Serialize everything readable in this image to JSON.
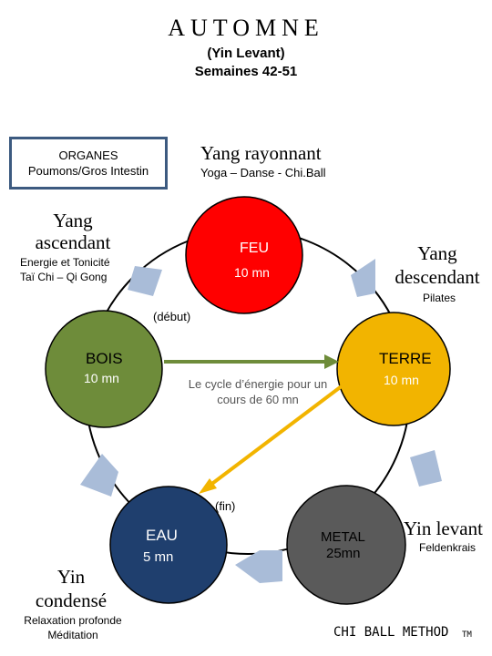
{
  "header": {
    "title": "AUTOMNE",
    "subtitle": "(Yin Levant)",
    "weeks": "Semaines 42-51"
  },
  "organs_box": {
    "label": "ORGANES",
    "value": "Poumons/Gros Intestin"
  },
  "phases": {
    "yang_rayonnant": {
      "title": "Yang rayonnant",
      "activities": "Yoga – Danse - Chi.Ball"
    },
    "yang_ascendant": {
      "title_line1": "Yang",
      "title_line2": "ascendant",
      "activities_line1": "Energie et Tonicité",
      "activities_line2": "Taï Chi – Qi Gong"
    },
    "yang_descendant": {
      "title_line1": "Yang",
      "title_line2": "descendant",
      "activities": "Pilates"
    },
    "yin_levant": {
      "title": "Yin levant",
      "activities": "Feldenkrais"
    },
    "yin_condense": {
      "title_line1": "Yin",
      "title_line2": "condensé",
      "activities_line1": "Relaxation profonde",
      "activities_line2": "Méditation"
    }
  },
  "elements": {
    "feu": {
      "name": "FEU",
      "duration": "10 mn",
      "color": "#ff0000"
    },
    "terre": {
      "name": "TERRE",
      "duration": "10 mn",
      "color": "#f2b400"
    },
    "metal": {
      "name": "METAL",
      "duration": "25mn",
      "color": "#5a5a5a"
    },
    "eau": {
      "name": "EAU",
      "duration": "5 mn",
      "color": "#1f3f6e"
    },
    "bois": {
      "name": "BOIS",
      "duration": "10 mn",
      "color": "#6e8c3a"
    }
  },
  "cycle": {
    "start_label": "(début)",
    "end_label": "(fin)",
    "caption_line1": "Le cycle d’énergie pour un",
    "caption_line2": "cours de 60 mn"
  },
  "footer": {
    "brand": "CHI BALL METHOD",
    "tm": "TM"
  },
  "colors": {
    "box_border": "#3c5a80",
    "arrow_blue": "#a9bcd8",
    "arrow_green": "#6e8c3a",
    "arrow_yellow": "#f2b400"
  }
}
